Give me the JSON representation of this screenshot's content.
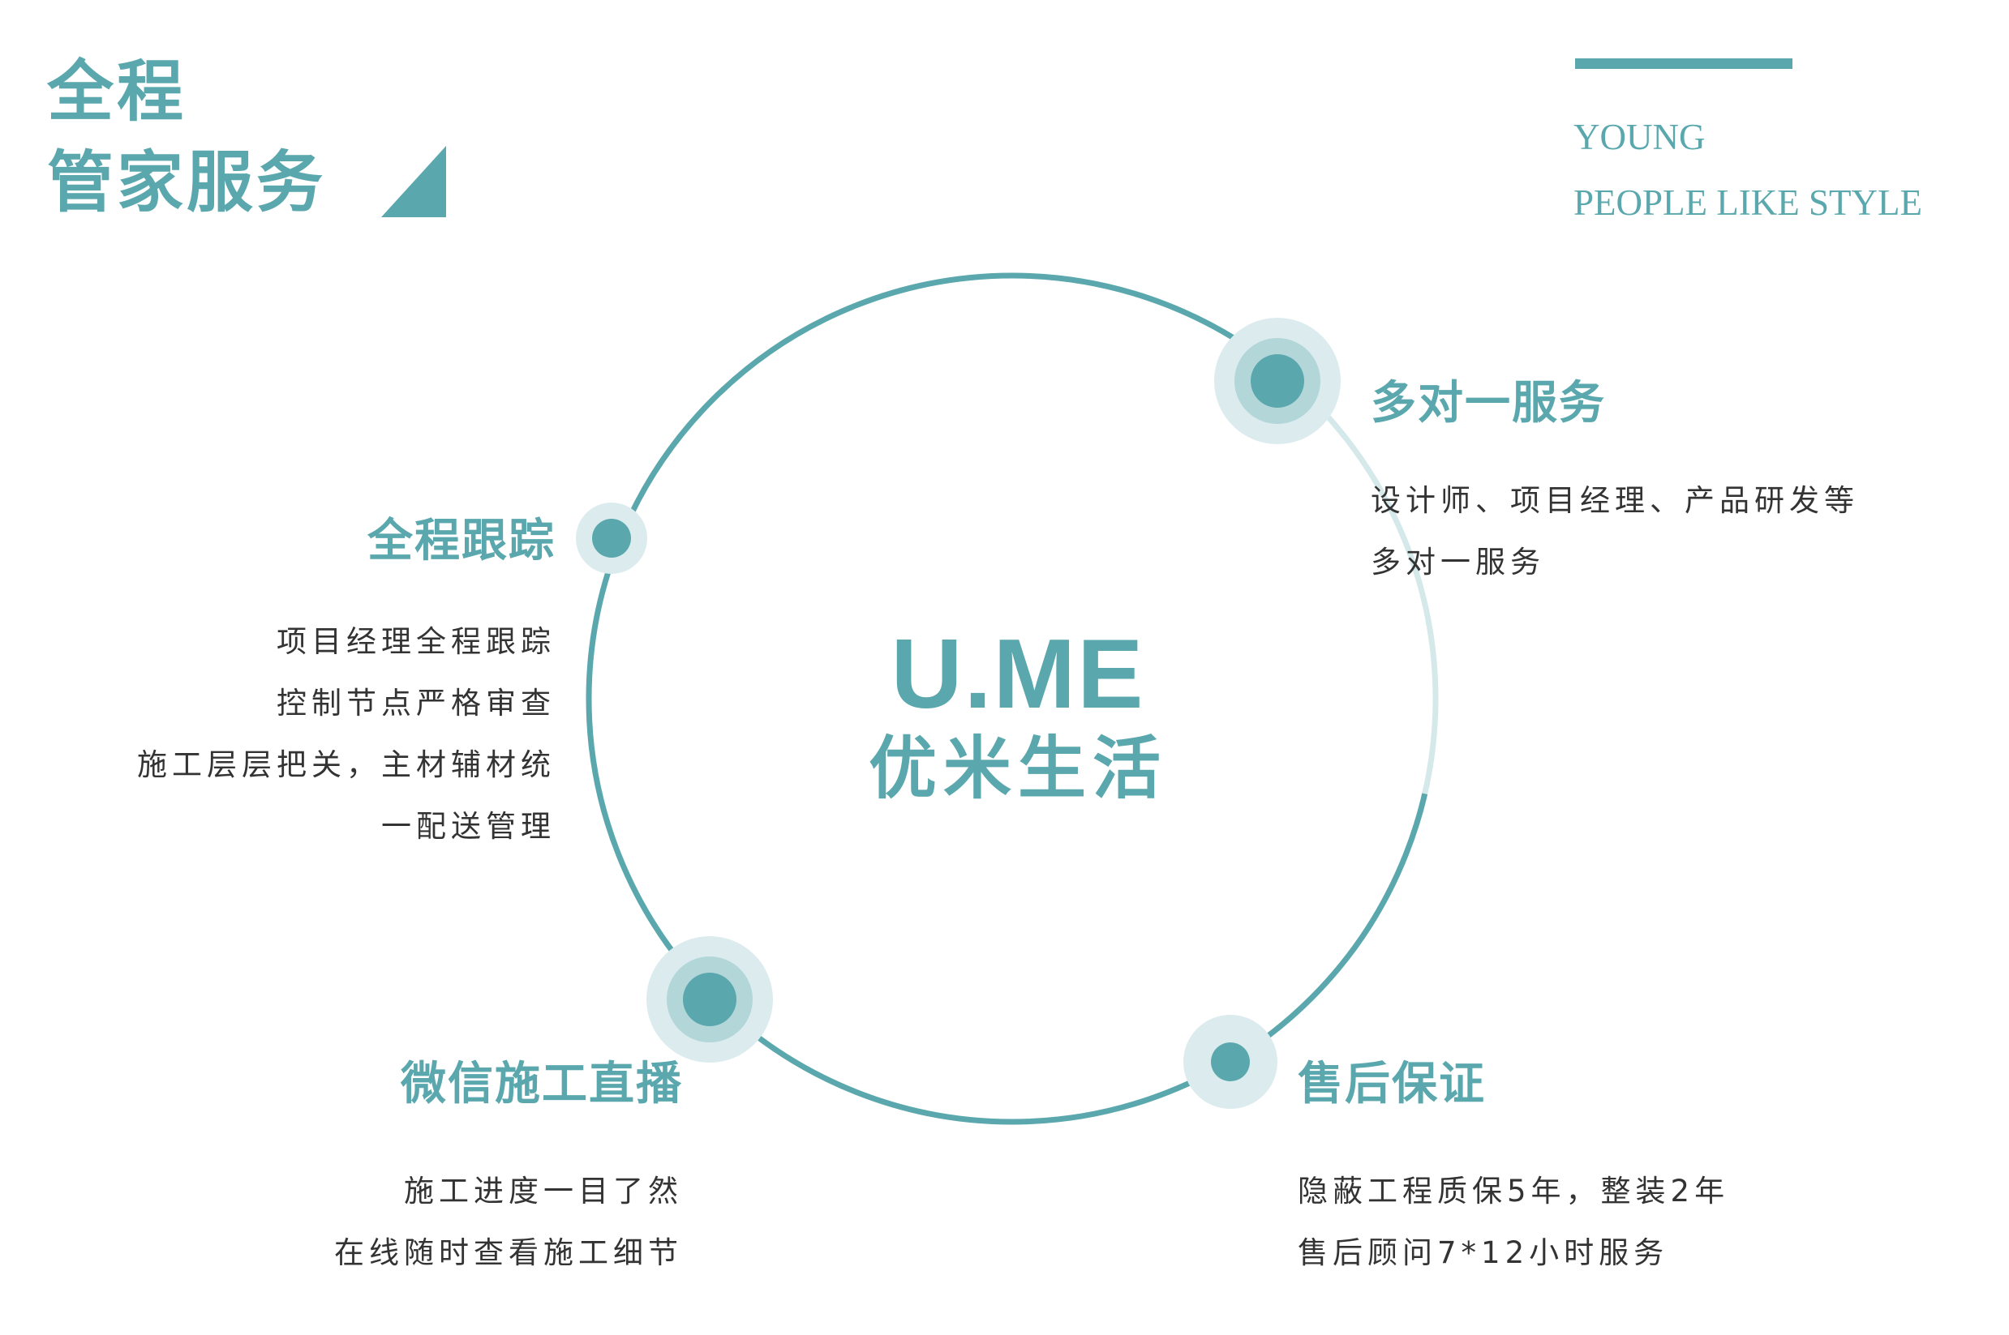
{
  "colors": {
    "accent": "#5aa8ad",
    "halo": "#dcecee",
    "halo_inner": "#b3d6d9",
    "text": "#333333"
  },
  "header": {
    "title_line1": "全程",
    "title_line2": "管家服务"
  },
  "tagline": {
    "line1": "YOUNG",
    "line2": "PEOPLE LIKE STYLE"
  },
  "center": {
    "brand_en": "U.ME",
    "brand_cn": "优米生活"
  },
  "features": {
    "top_right": {
      "title": "多对一服务",
      "lines": [
        "设计师、项目经理、产品研发等",
        "多对一服务"
      ]
    },
    "left": {
      "title": "全程跟踪",
      "lines": [
        "项目经理全程跟踪",
        "控制节点严格审查",
        "施工层层把关，主材辅材统",
        "一配送管理"
      ]
    },
    "bottom_left": {
      "title": "微信施工直播",
      "lines": [
        "施工进度一目了然",
        "在线随时查看施工细节"
      ]
    },
    "bottom_right": {
      "title": "售后保证",
      "lines": [
        "隐蔽工程质保5年，整装2年",
        "售后顾问7*12小时服务"
      ]
    }
  }
}
